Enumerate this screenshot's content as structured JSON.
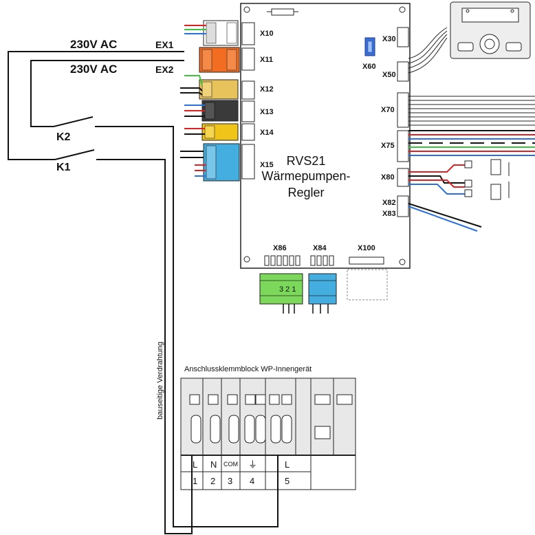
{
  "power": {
    "ex1_voltage": "230V AC",
    "ex2_voltage": "230V AC",
    "ex1": "EX1",
    "ex2": "EX2"
  },
  "relays": {
    "k1": "K1",
    "k2": "K2"
  },
  "controller": {
    "line1": "RVS21",
    "line2": "Wärmepumpen-",
    "line3": "Regler"
  },
  "connectors": {
    "x10": "X10",
    "x11": "X11",
    "x12": "X12",
    "x13": "X13",
    "x14": "X14",
    "x15": "X15",
    "x30": "X30",
    "x60": "X60",
    "x50": "X50",
    "x70": "X70",
    "x75": "X75",
    "x80": "X80",
    "x82": "X82",
    "x83": "X83",
    "x86": "X86",
    "x84": "X84",
    "x100": "X100",
    "x86_pins": "3  2  1"
  },
  "side_label": "bauseitige Verdrahtung",
  "terminal_block": {
    "title": "Anschlussklemmblock WP-Innengerät",
    "labels": [
      "L",
      "N",
      "COM",
      "⏚",
      "L"
    ],
    "numbers": [
      "1",
      "2",
      "3",
      "4",
      "5"
    ]
  },
  "colors": {
    "orange": "#f26d21",
    "yellow": "#f0c419",
    "tan": "#e8c25a",
    "dark": "#3a3a3a",
    "blue": "#44aee0",
    "green": "#7bd85a",
    "connector_blue": "#3b6fd6",
    "wire_red": "#e02020",
    "wire_blue": "#2a6fe0",
    "wire_green": "#3cc43c"
  }
}
